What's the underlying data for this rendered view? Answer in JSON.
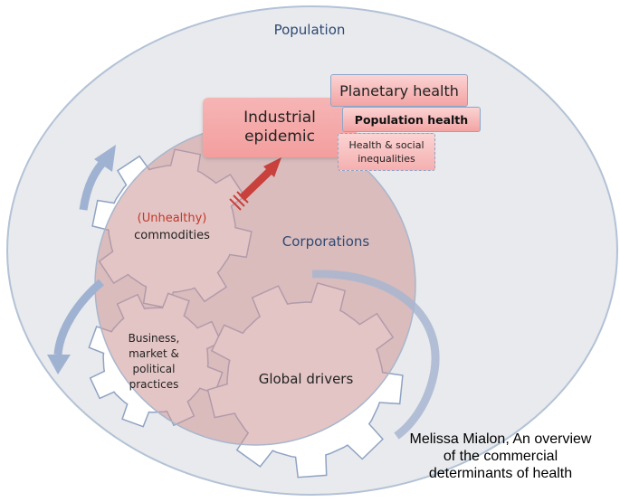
{
  "population_label": "Population",
  "corporations_label": "Corporations",
  "industrial_epidemic": {
    "line1": "Industrial",
    "line2": "epidemic"
  },
  "outcomes": {
    "planetary_health": "Planetary health",
    "population_health": "Population health",
    "inequalities_line1": "Health & social",
    "inequalities_line2": "inequalities"
  },
  "gears": {
    "commodities_line1": "(Unhealthy)",
    "commodities_line2": "commodities",
    "business_line1": "Business,",
    "business_line2": "market &",
    "business_line3": "political",
    "business_line4": "practices",
    "global_drivers": "Global drivers"
  },
  "credit": {
    "line1": "Melissa Mialon, An overview",
    "line2": "of the commercial",
    "line3": "determinants of health"
  },
  "colors": {
    "outer_fill": "#e8eaed",
    "outer_stroke": "#b3c2d6",
    "inner_fill": "#d8b7b7",
    "inner_stroke": "#a8b6cc",
    "gear_fill": "#ffffff",
    "gear_stroke": "#8fa3c3",
    "arrow_red": "#c8413c",
    "cycle_arrow": "#9fb2d1",
    "accent_red_text": "#c0392b"
  }
}
